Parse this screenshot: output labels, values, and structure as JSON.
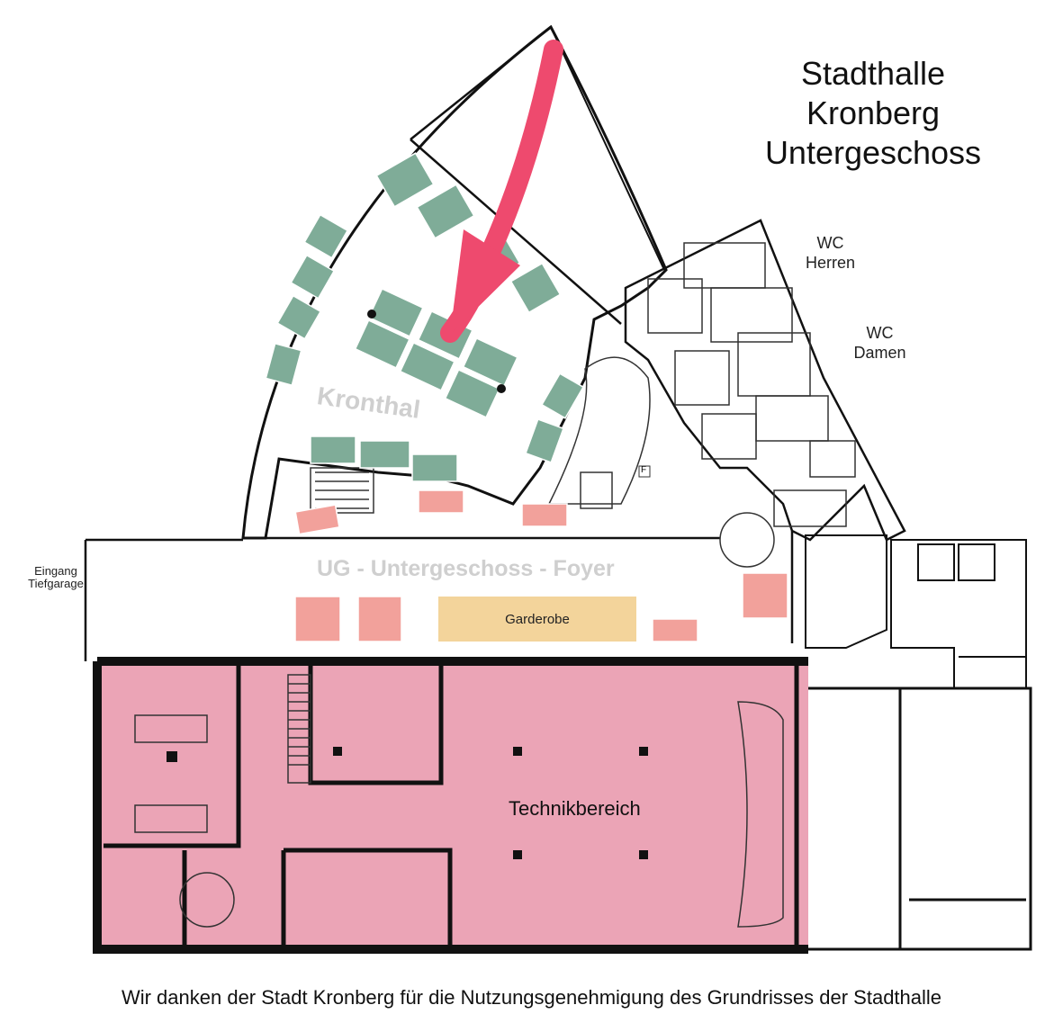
{
  "title": {
    "line1": "Stadthalle",
    "line2": "Kronberg",
    "line3": "Untergeschoss"
  },
  "labels": {
    "kronthal": "Kronthal",
    "foyer": "UG - Untergeschoss - Foyer",
    "wc_herren_1": "WC",
    "wc_herren_2": "Herren",
    "wc_damen_1": "WC",
    "wc_damen_2": "Damen",
    "eingang_1": "Eingang",
    "eingang_2": "Tiefgarage",
    "garderobe": "Garderobe",
    "technik": "Technikbereich",
    "f_marker": "F"
  },
  "credit": "Wir danken der Stadt Kronberg für die Nutzungsgenehmigung des Grundrisses der Stadthalle",
  "colors": {
    "wall": "#111111",
    "green_table": "#7fac98",
    "salmon_table": "#f2a19b",
    "garderobe": "#f3d49b",
    "technik_fill": "#eba4b6",
    "arrow": "#ee4a6e",
    "foyer_label": "#cfcfcf"
  }
}
